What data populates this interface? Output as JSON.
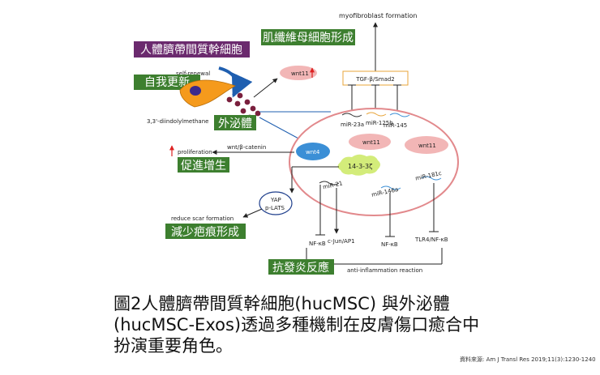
{
  "diagram": {
    "labels": {
      "myofibroblast": "myofibroblast formation",
      "myofibroblast_zh": "肌纖維母細胞形成",
      "hucmsc_zh": "人體臍帶間質幹細胞",
      "self_renewal": "self-renewal",
      "self_renewal_zh": "自我更新",
      "diindolyl": "3,3'-diindolylmethane",
      "exosome_zh": "外泌體",
      "wnt11_top": "wnt11",
      "tgf": "TGF-β/Smad2",
      "mir23a": "miR-23a",
      "mir125b": "miR-125b",
      "mir145": "miR-145",
      "wnt11_a": "wnt11",
      "wnt11_b": "wnt11",
      "wnt4": "wnt4",
      "wnt_catenin": "wnt/β-catenin",
      "proliferation": "proliferation",
      "proliferation_zh": "促進增生",
      "protein_1433": "14-3-3ζ",
      "yap": "YAP",
      "plats": "p-LATS",
      "reduce_scar": "reduce scar formation",
      "reduce_scar_zh": "減少疤痕形成",
      "mir21": "miR-21",
      "mir146a": "miR-146a",
      "mir181c": "miR-181c",
      "nfkb_1": "NF-κB",
      "cjun": "c-Jun/AP1",
      "nfkb_2": "NF-κB",
      "tlr4": "TLR4/NF-κB",
      "anti_inflam_zh": "抗發炎反應",
      "anti_inflam": "anti-inflammation reaction"
    },
    "colors": {
      "purple_label": "#6b2a6e",
      "green_label": "#3d7f2f",
      "cell_body": "#f59a1c",
      "nucleus": "#3b2a8c",
      "exosome_dot": "#7a1f3d",
      "arrow_blue": "#1f5fb0",
      "exosome_outline": "#e2898c",
      "wnt_pink": "#f2b6b6",
      "wnt4_blue": "#3b8fd6",
      "protein_green": "#d3ec7a",
      "tgf_box": "#e8a43a"
    }
  },
  "caption": {
    "line1": "圖2人體臍帶間質幹細胞(hucMSC) 與外泌體",
    "line2": "(hucMSC-Exos)透過多種機制在皮膚傷口癒合中",
    "line3": "扮演重要角色。"
  },
  "source": "資料來源: Am J Transl Res 2019;11(3):1230-1240"
}
